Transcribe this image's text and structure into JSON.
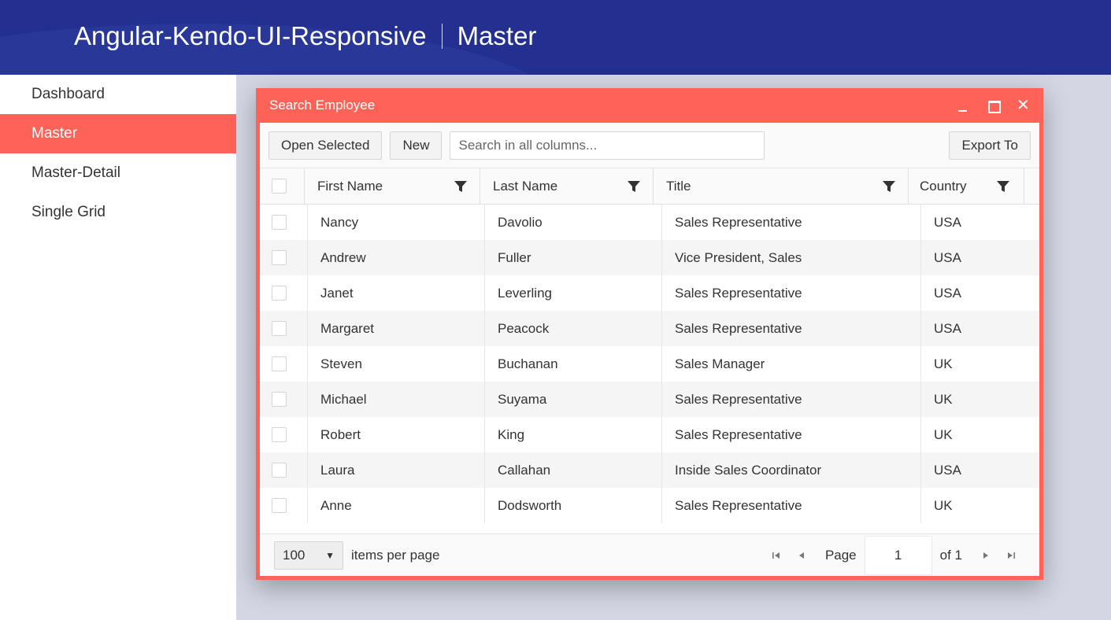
{
  "header": {
    "app_title": "Angular-Kendo-UI-Responsive",
    "page_title": "Master"
  },
  "sidebar": {
    "items": [
      {
        "label": "Dashboard",
        "active": false
      },
      {
        "label": "Master",
        "active": true
      },
      {
        "label": "Master-Detail",
        "active": false
      },
      {
        "label": "Single Grid",
        "active": false
      }
    ]
  },
  "window": {
    "title": "Search Employee",
    "close_glyph": "✕"
  },
  "toolbar": {
    "open_selected_label": "Open Selected",
    "new_label": "New",
    "search_placeholder": "Search in all columns...",
    "export_label": "Export To"
  },
  "grid": {
    "columns": [
      "First Name",
      "Last Name",
      "Title",
      "Country"
    ],
    "rows": [
      [
        "Nancy",
        "Davolio",
        "Sales Representative",
        "USA"
      ],
      [
        "Andrew",
        "Fuller",
        "Vice President, Sales",
        "USA"
      ],
      [
        "Janet",
        "Leverling",
        "Sales Representative",
        "USA"
      ],
      [
        "Margaret",
        "Peacock",
        "Sales Representative",
        "USA"
      ],
      [
        "Steven",
        "Buchanan",
        "Sales Manager",
        "UK"
      ],
      [
        "Michael",
        "Suyama",
        "Sales Representative",
        "UK"
      ],
      [
        "Robert",
        "King",
        "Sales Representative",
        "UK"
      ],
      [
        "Laura",
        "Callahan",
        "Inside Sales Coordinator",
        "USA"
      ],
      [
        "Anne",
        "Dodsworth",
        "Sales Representative",
        "UK"
      ]
    ]
  },
  "pager": {
    "page_size": "100",
    "items_per_page_label": "items per page",
    "page_label": "Page",
    "current_page": "1",
    "of_label": "of 1"
  },
  "colors": {
    "header_bg": "#23308f",
    "accent": "#ff6358"
  }
}
